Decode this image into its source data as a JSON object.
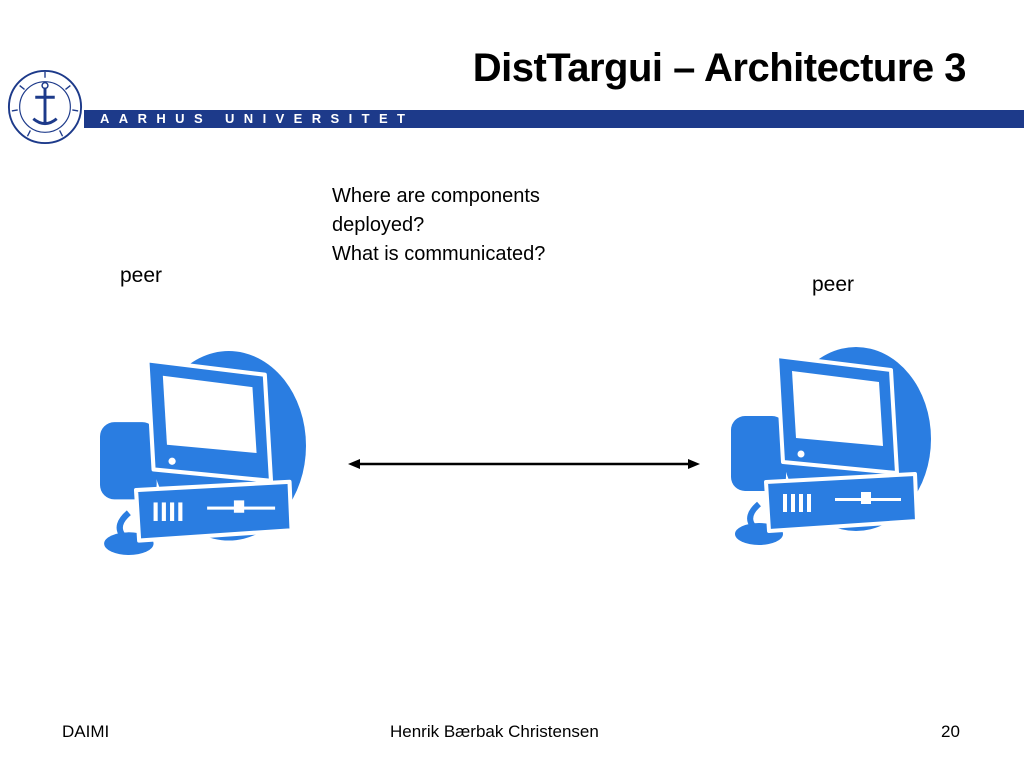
{
  "slide": {
    "title": "DistTargui – Architecture 3",
    "university": "AARHUS UNIVERSITET",
    "question_lines": [
      "Where are components",
      "deployed?",
      "What is communicated?"
    ],
    "peer_left": "peer",
    "peer_right": "peer"
  },
  "footer": {
    "left": "DAIMI",
    "center": "Henrik Bærbak Christensen",
    "page_number": "20"
  },
  "colors": {
    "computer_blue": "#2a7de1",
    "university_bar": "#1d3a8a"
  },
  "icons": {
    "seal": "university-seal-icon",
    "computer": "computer-icon"
  }
}
